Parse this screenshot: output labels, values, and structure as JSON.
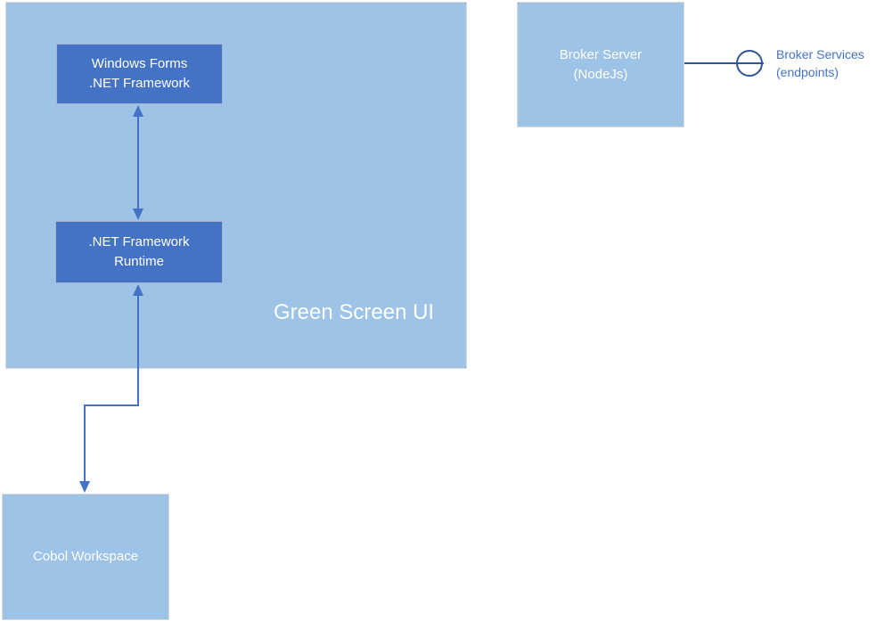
{
  "nodes": {
    "green_screen_ui": {
      "label": "Green Screen UI"
    },
    "windows_forms": {
      "line1": "Windows Forms",
      "line2": ".NET Framework"
    },
    "net_runtime": {
      "line1": ".NET Framework",
      "line2": "Runtime"
    },
    "cobol_workspace": {
      "label": "Cobol Workspace"
    },
    "broker_server": {
      "line1": "Broker Server",
      "line2": "(NodeJs)"
    },
    "broker_services": {
      "line1": "Broker Services",
      "line2": "(endpoints)"
    }
  },
  "colors": {
    "container_fill": "#9DC3E6",
    "container_border": "#D9D9D9",
    "node_fill": "#4472C4",
    "node_border": "#A6B4CF",
    "connector": "#4472C4",
    "interface_connector": "#2F5597",
    "node_text": "#FFFFFF",
    "annotation_text": "#4472C4"
  }
}
